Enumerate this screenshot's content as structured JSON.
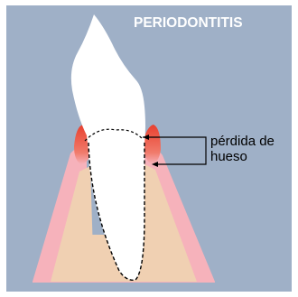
{
  "title": "PERIODONTITIS",
  "annotation": {
    "line1": "pérdida de",
    "line2": "hueso"
  },
  "colors": {
    "background": "#9fb0c7",
    "gum": "#f6b2bb",
    "bone": "#f0d0b2",
    "tooth": "#ffffff",
    "inflamed_gum": "#e8503a",
    "root_outline": "#000000",
    "title_text": "#ffffff"
  }
}
